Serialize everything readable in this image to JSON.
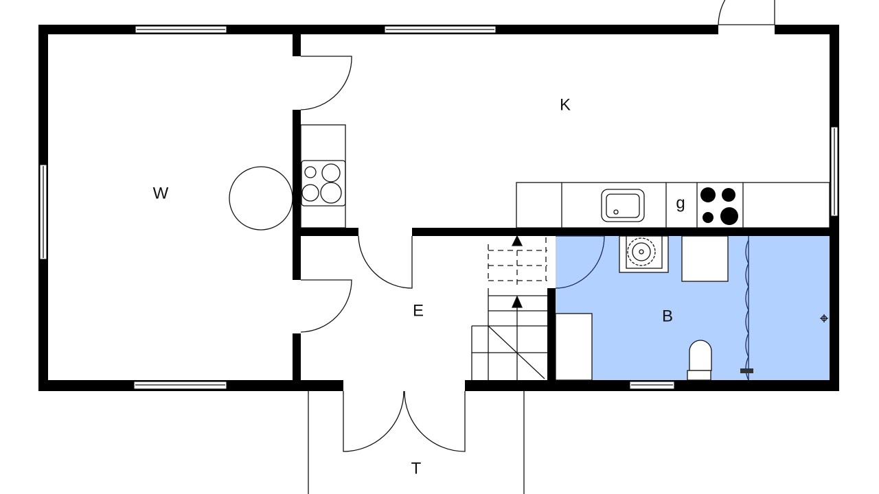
{
  "rooms": {
    "living": "W",
    "kitchen": "K",
    "entrance": "E",
    "bathroom": "B",
    "terrace": "T"
  },
  "appliances": {
    "gas_label": "g"
  },
  "colors": {
    "bathroom_fill": "#b3d1ff",
    "wall": "#000000"
  }
}
